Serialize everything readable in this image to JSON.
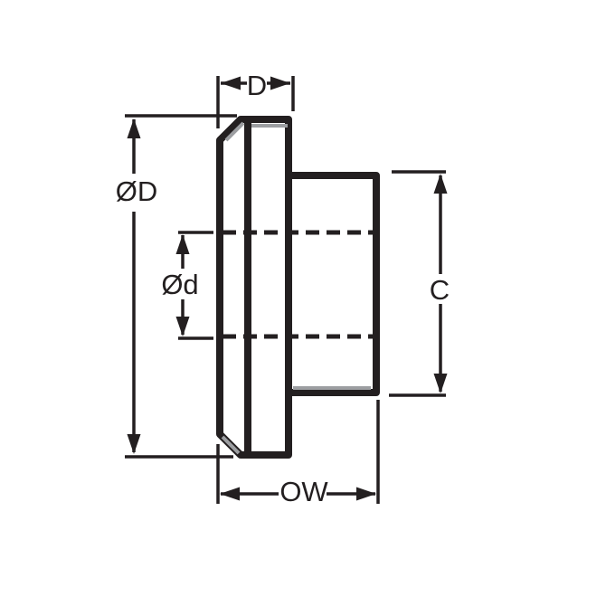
{
  "drawing": {
    "description": "Cross-section dimension diagram of a flanged sleeve bushing",
    "labels": {
      "flange_width": "D",
      "flange_diameter": "ØD",
      "bore_diameter": "Ød",
      "body_length": "C",
      "overall_width": "OW"
    },
    "colors": {
      "line": "#231f20",
      "shadow": "#9c9ea1",
      "background": "#ffffff"
    }
  }
}
